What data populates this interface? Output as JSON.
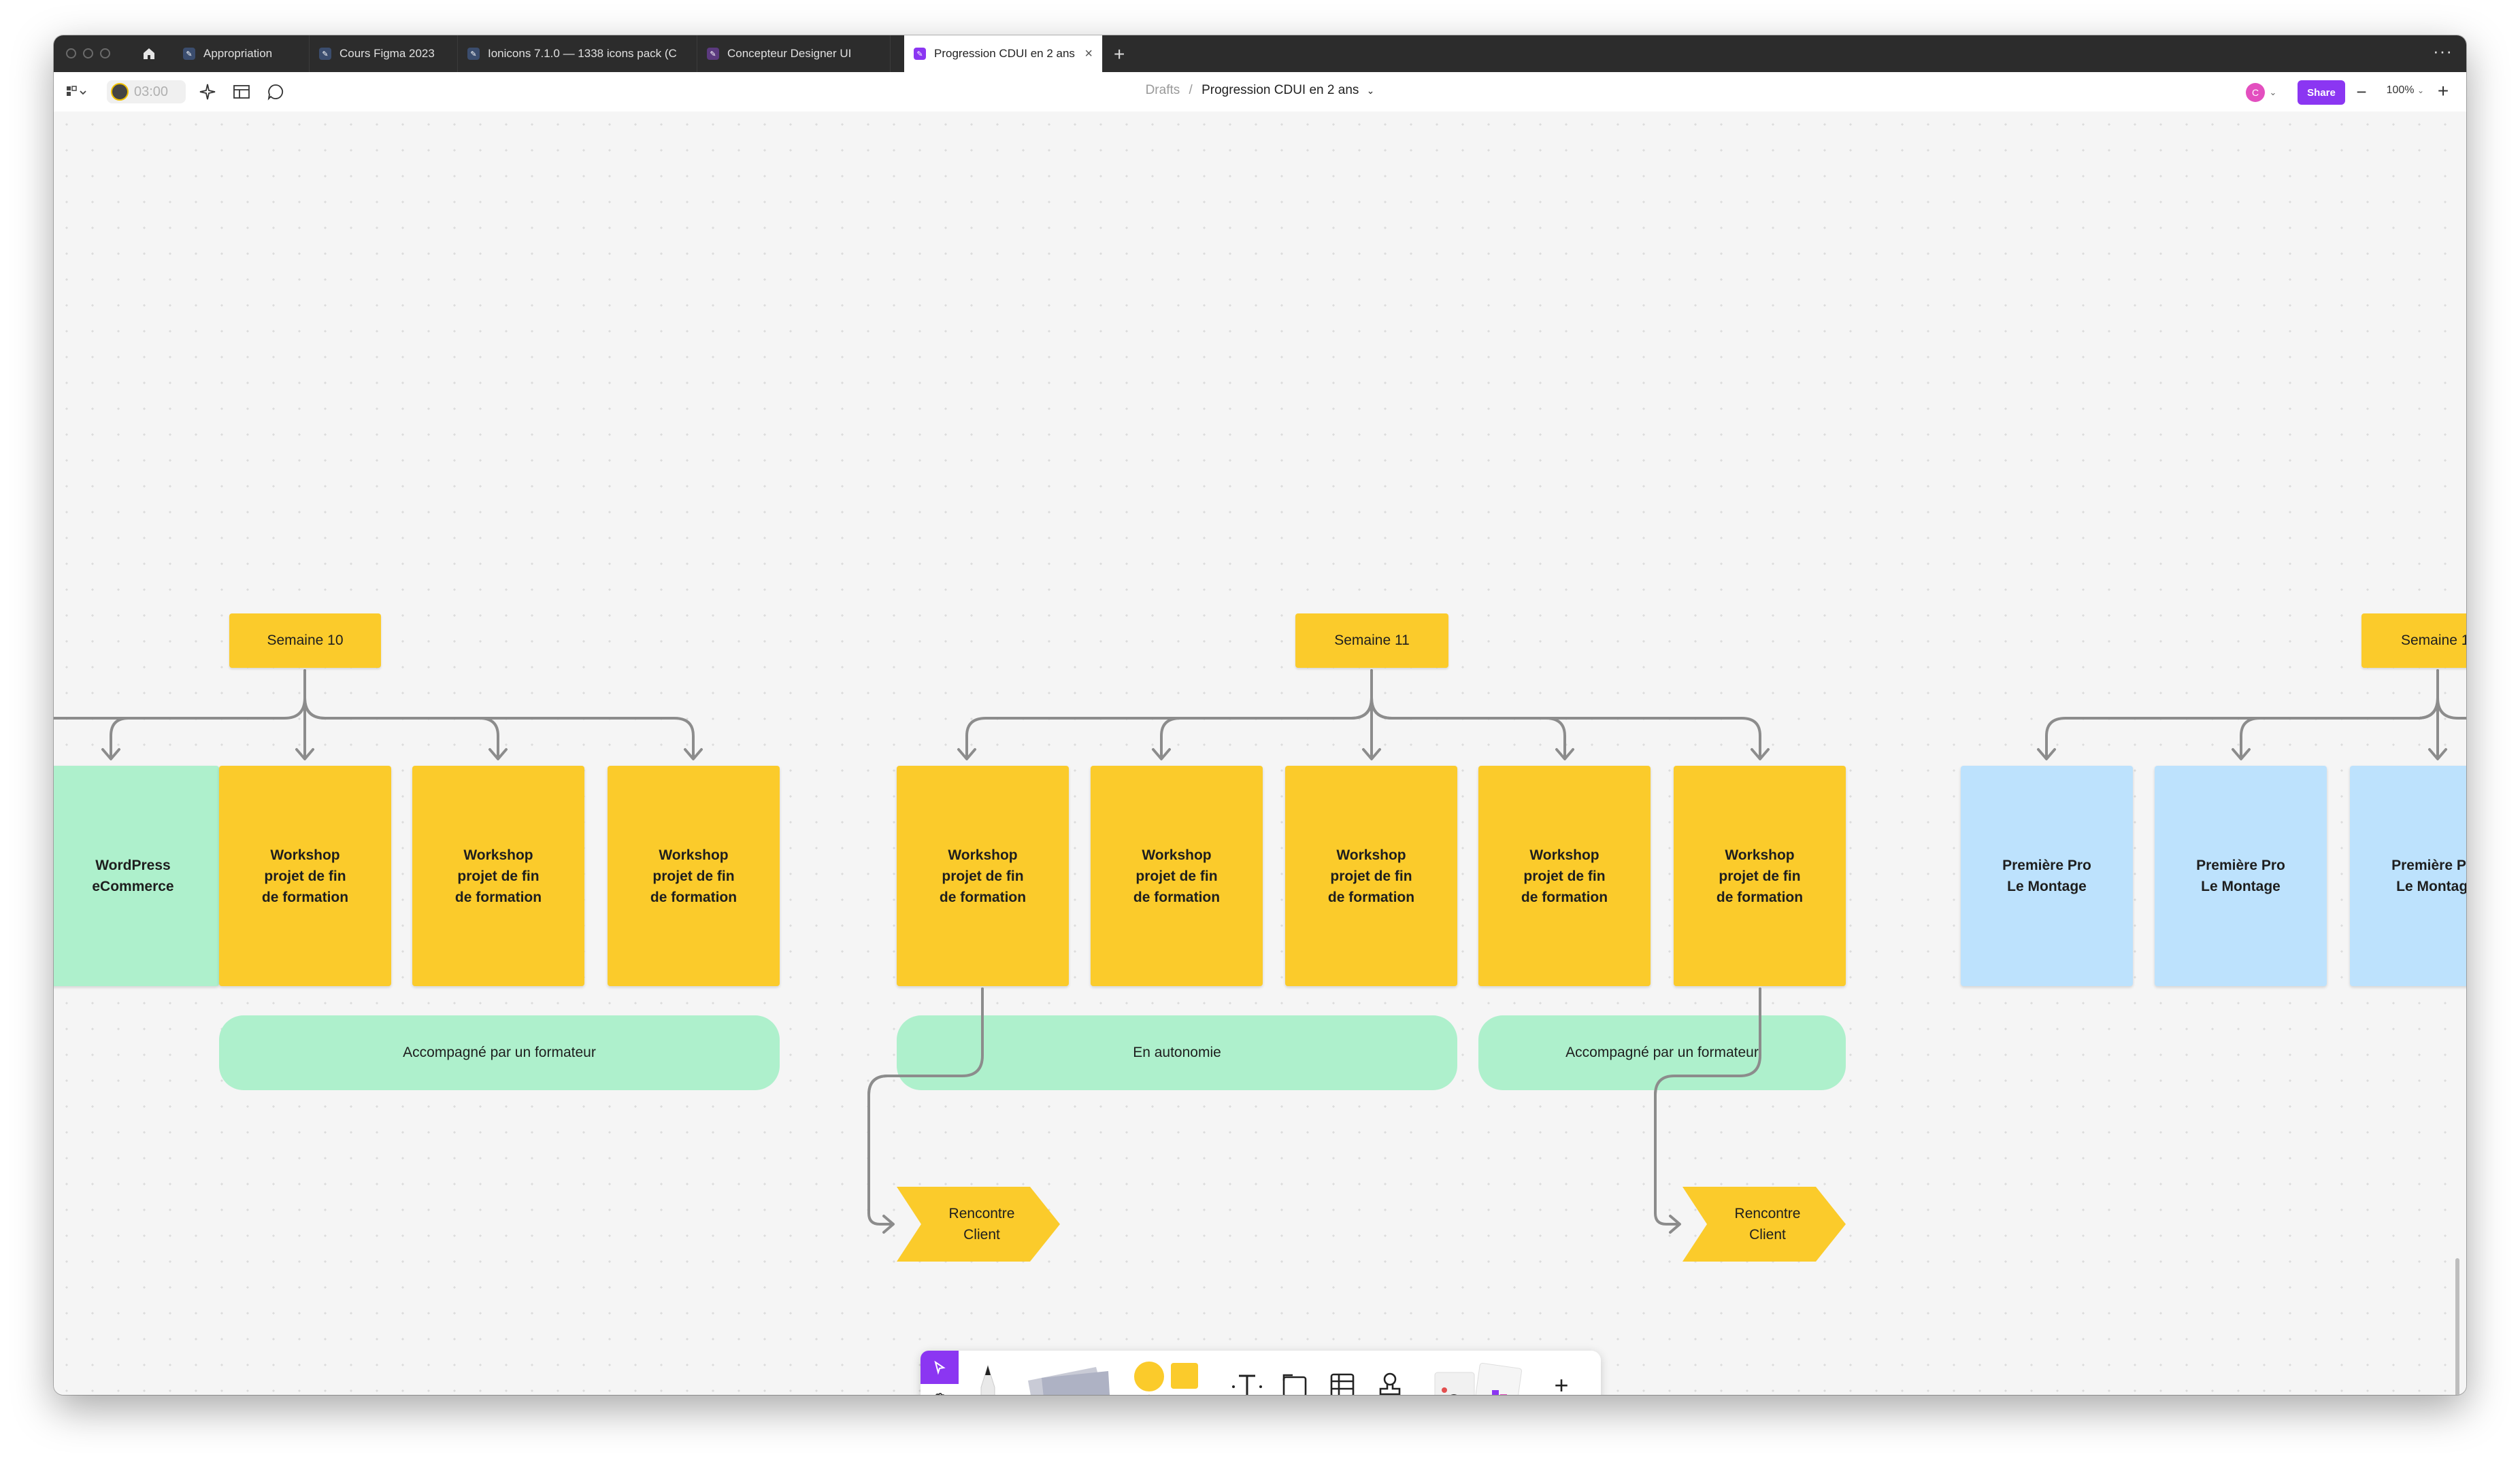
{
  "tabs": [
    {
      "label": "Appropriation"
    },
    {
      "label": "Cours Figma 2023"
    },
    {
      "label": "Ionicons 7.1.0 — 1338 icons pack (C"
    },
    {
      "label": "Concepteur Designer UI"
    },
    {
      "label": "Progression CDUI en 2 ans",
      "active": true
    }
  ],
  "toolbar": {
    "timer": "03:00",
    "breadcrumb_folder": "Drafts",
    "breadcrumb_sep": "/",
    "file_title": "Progression CDUI en 2 ans",
    "user_initial": "C",
    "share_label": "Share",
    "zoom": "100%"
  },
  "canvas": {
    "weeks": [
      "Semaine 10",
      "Semaine 11",
      "Semaine 1"
    ],
    "cards": [
      {
        "label": "WordPress\neCommerce",
        "color": "#aef0cc"
      },
      {
        "label": "Workshop\nprojet de fin\nde formation",
        "color": "#fbcb2b"
      },
      {
        "label": "Workshop\nprojet de fin\nde formation",
        "color": "#fbcb2b"
      },
      {
        "label": "Workshop\nprojet de fin\nde formation",
        "color": "#fbcb2b"
      },
      {
        "label": "Workshop\nprojet de fin\nde formation",
        "color": "#fbcb2b"
      },
      {
        "label": "Workshop\nprojet de fin\nde formation",
        "color": "#fbcb2b"
      },
      {
        "label": "Workshop\nprojet de fin\nde formation",
        "color": "#fbcb2b"
      },
      {
        "label": "Workshop\nprojet de fin\nde formation",
        "color": "#fbcb2b"
      },
      {
        "label": "Workshop\nprojet de fin\nde formation",
        "color": "#fbcb2b"
      },
      {
        "label": "Première Pro\nLe Montage",
        "color": "#bde2fd"
      },
      {
        "label": "Première Pro\nLe Montage",
        "color": "#bde2fd"
      },
      {
        "label": "Première Pro\nLe Montage",
        "color": "#bde2fd"
      }
    ],
    "pills": [
      "Accompagné par un formateur",
      "En autonomie",
      "Accompagné par un formateur"
    ],
    "milestones": [
      "Rencontre\nClient",
      "Rencontre\nClient"
    ]
  },
  "bottom_toolbar": {
    "tools": [
      "cursor-icon",
      "hand-icon",
      "pencil-icon",
      "sticky-notes-icon",
      "shapes-icon",
      "text-icon",
      "section-icon",
      "table-icon",
      "stamp-icon",
      "widgets-icon",
      "plus-icon"
    ]
  },
  "help_label": "?",
  "colors": {
    "accent": "#8b36f2",
    "sticky_yellow": "#fbcb2b",
    "sticky_green": "#aef0cc",
    "sticky_blue": "#bde2fd"
  }
}
